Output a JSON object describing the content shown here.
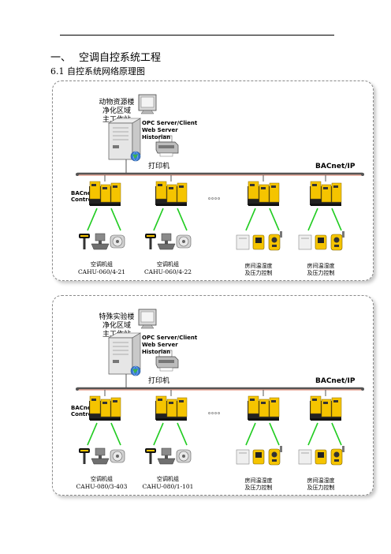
{
  "heading": {
    "number": "一、",
    "title": "空调自控系统工程"
  },
  "subheading": "6.1 自控系统网络原理图",
  "diagrams": [
    {
      "station": [
        "动物资源楼",
        "净化区域",
        "主工作站"
      ],
      "server_roles": [
        "OPC Server/Client",
        "Web Server",
        "Historian"
      ],
      "printer_label": "打印机",
      "network_label": "BACnet/IP",
      "controller_label": [
        "BACnet/IP",
        "Controller"
      ],
      "dots": "。。。。",
      "groups": [
        {
          "label": "空调机组",
          "id": "CAHU-060/4-21"
        },
        {
          "label": "空调机组",
          "id": "CAHU-060/4-22"
        },
        {
          "label": "房间温湿度",
          "id": "及压力控制"
        },
        {
          "label": "房间温湿度",
          "id": "及压力控制"
        }
      ]
    },
    {
      "station": [
        "特殊实验楼",
        "净化区域",
        "主工作站"
      ],
      "server_roles": [
        "OPC Server/Client",
        "Web Server",
        "Historian"
      ],
      "printer_label": "打印机",
      "network_label": "BACnet/IP",
      "controller_label": [
        "BACnet/IP",
        "Controller"
      ],
      "dots": "。。。。",
      "groups": [
        {
          "label": "空调机组",
          "id": "CAHU-080/3-403"
        },
        {
          "label": "空调机组",
          "id": "CAHU-080/1-101"
        },
        {
          "label": "房间温湿度",
          "id": "及压力控制"
        },
        {
          "label": "房间温湿度",
          "id": "及压力控制"
        }
      ]
    }
  ],
  "colors": {
    "controller": "#f5c400",
    "field_link": "#22cc22",
    "bus": "#555555"
  }
}
